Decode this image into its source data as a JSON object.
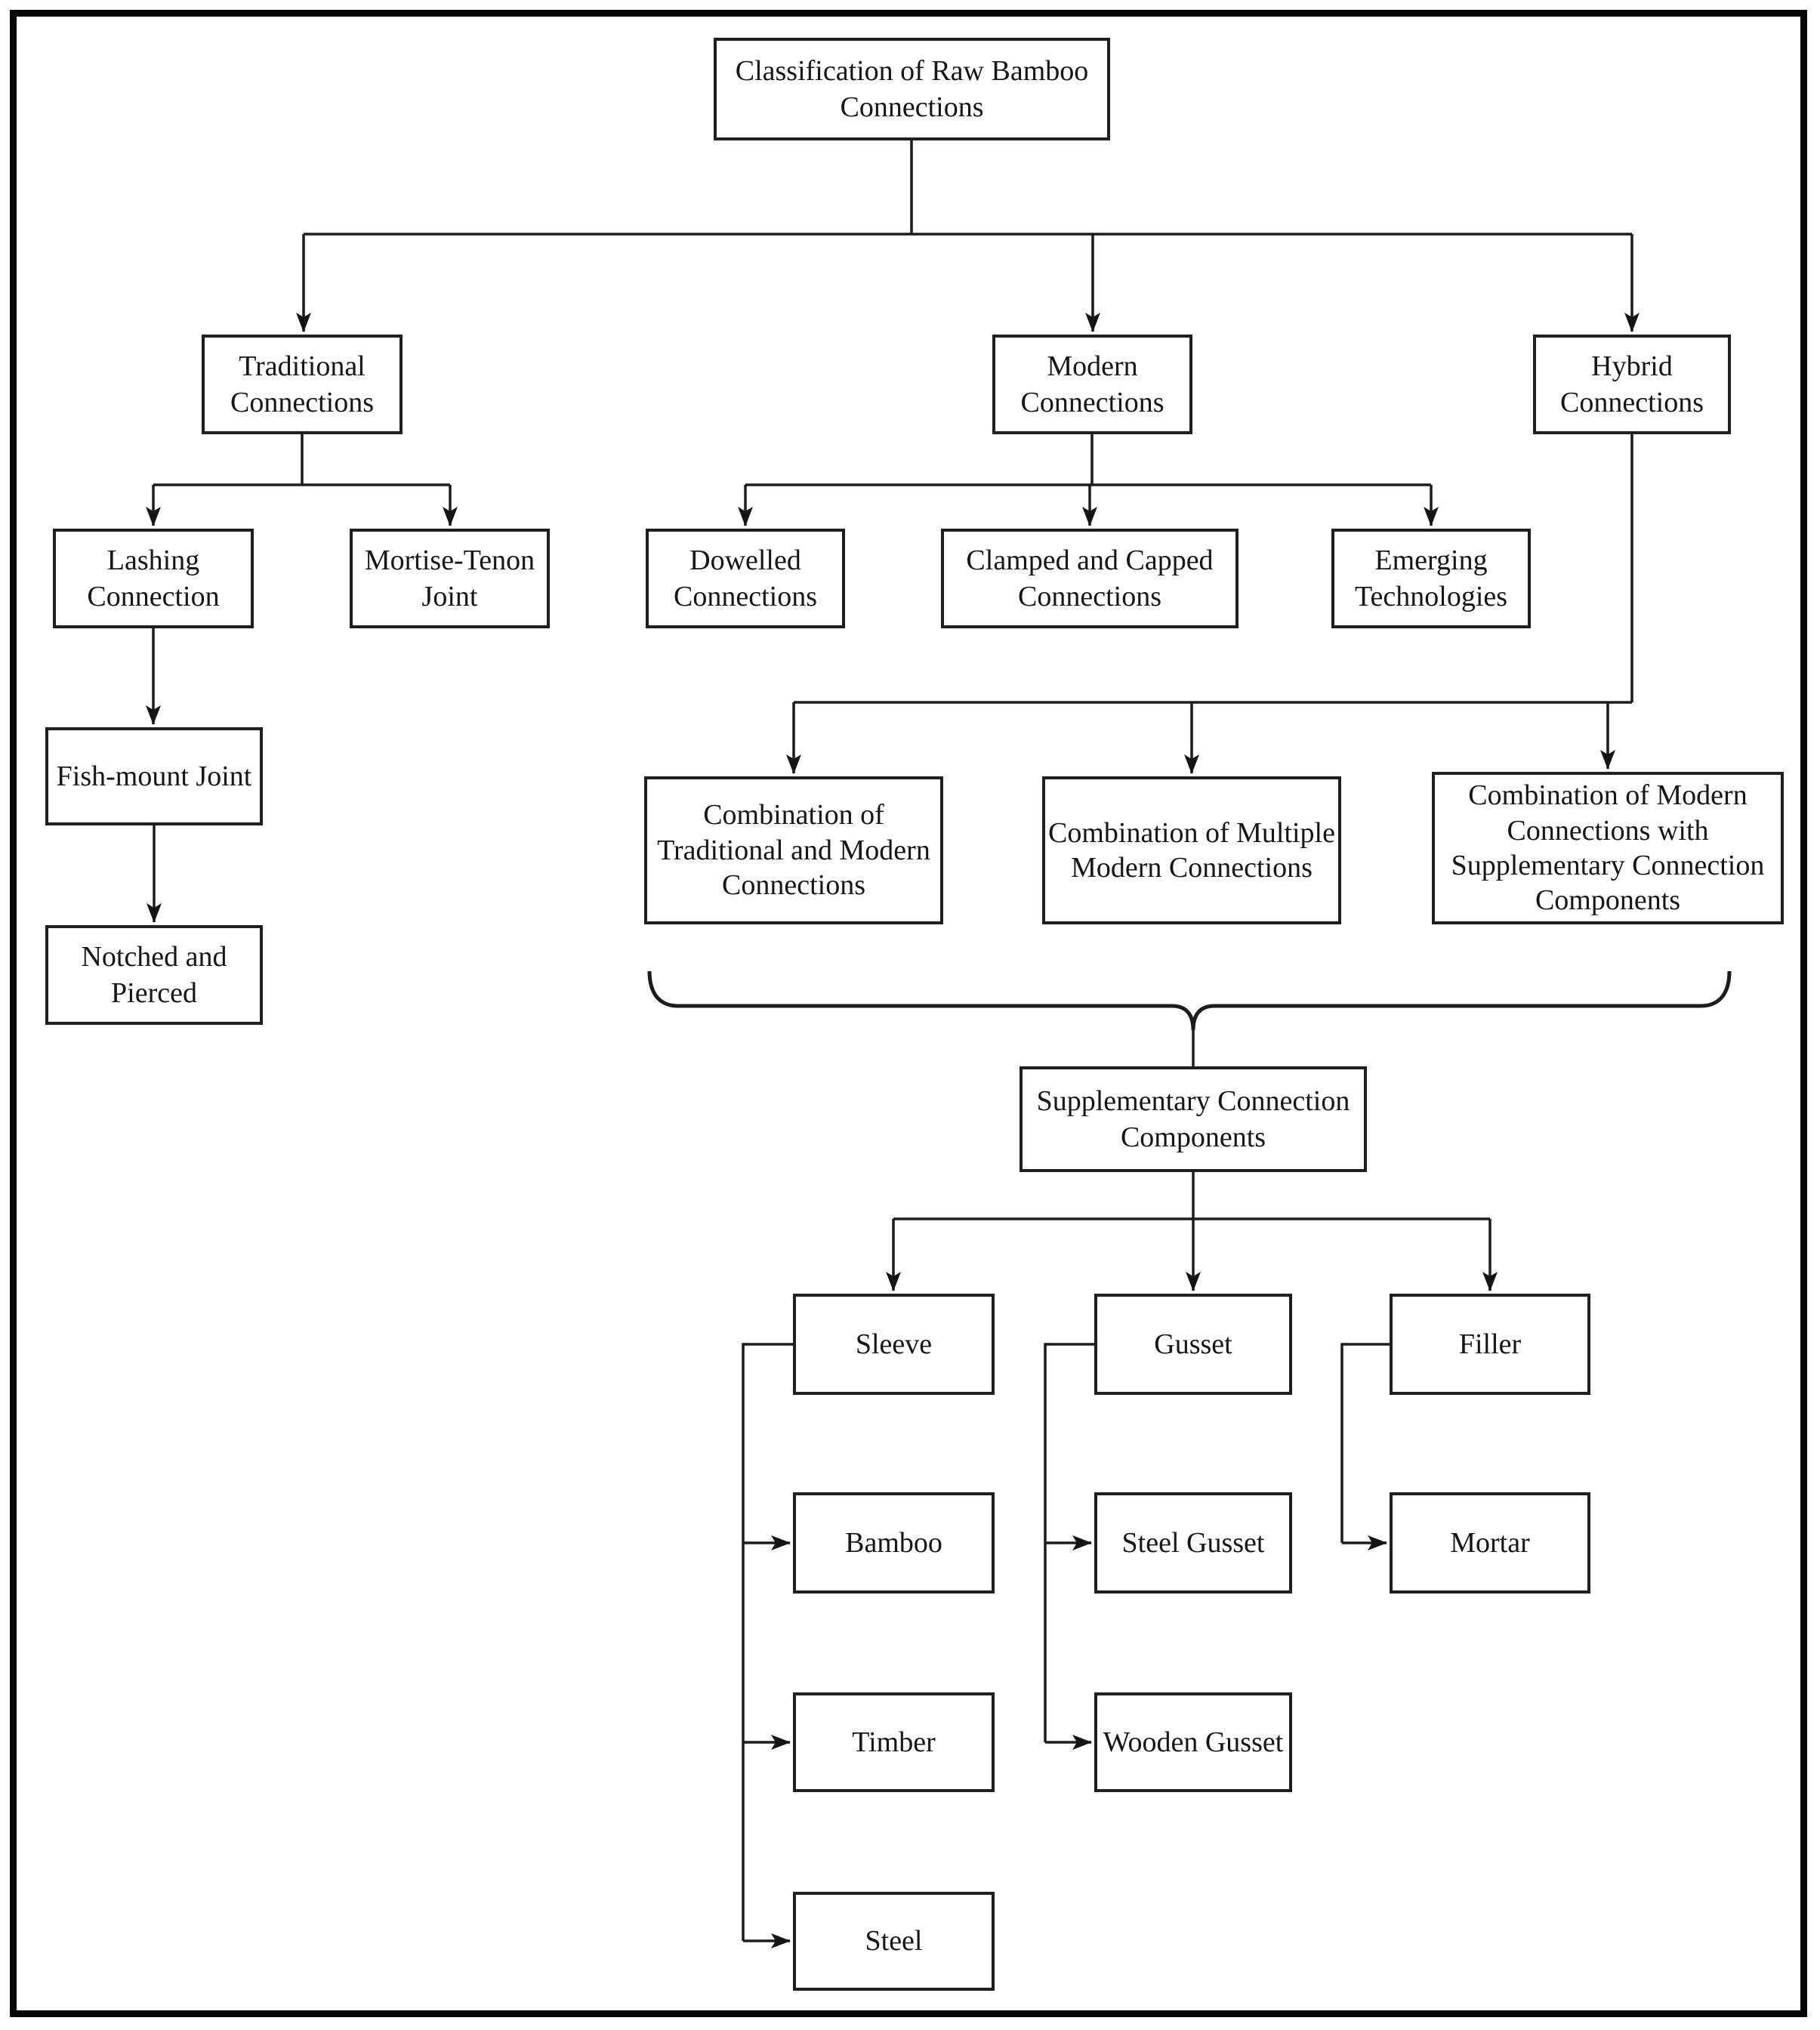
{
  "diagram": {
    "type": "flowchart",
    "title": "Classification of Raw Bamboo Connections",
    "colors": {
      "background": "#ffffff",
      "frame": "#060606",
      "box_border": "#1f1f1f",
      "line": "#1c1c1c",
      "arrowhead": "#141414",
      "text": "#161616"
    },
    "nodes": {
      "root": {
        "label": "Classification of Raw Bamboo Connections"
      },
      "traditional": {
        "label": "Traditional Connections"
      },
      "modern": {
        "label": "Modern Connections"
      },
      "hybrid": {
        "label": "Hybrid Connections"
      },
      "lashing": {
        "label": "Lashing Connection"
      },
      "mortise_tenon": {
        "label": "Mortise-Tenon Joint"
      },
      "dowelled": {
        "label": "Dowelled Connections"
      },
      "clamped_capped": {
        "label": "Clamped and Capped Connections"
      },
      "emerging": {
        "label": "Emerging Technologies"
      },
      "fish_mount": {
        "label": "Fish-mount Joint"
      },
      "notched_pierced": {
        "label": "Notched and Pierced"
      },
      "combo_traditional_modern": {
        "label": "Combination of Traditional and Modern Connections"
      },
      "combo_multiple_modern": {
        "label": "Combination of Multiple Modern Connections"
      },
      "combo_modern_supplementary": {
        "label": "Combination of Modern Connections with Supplementary Connection Components"
      },
      "supplementary": {
        "label": "Supplementary Connection Components"
      },
      "sleeve": {
        "label": "Sleeve"
      },
      "gusset": {
        "label": "Gusset"
      },
      "filler": {
        "label": "Filler"
      },
      "bamboo": {
        "label": "Bamboo"
      },
      "timber": {
        "label": "Timber"
      },
      "steel": {
        "label": "Steel"
      },
      "steel_gusset": {
        "label": "Steel Gusset"
      },
      "wooden_gusset": {
        "label": "Wooden Gusset"
      },
      "mortar": {
        "label": "Mortar"
      }
    },
    "edges": [
      {
        "from": "root",
        "to": "traditional"
      },
      {
        "from": "root",
        "to": "modern"
      },
      {
        "from": "root",
        "to": "hybrid"
      },
      {
        "from": "traditional",
        "to": "lashing"
      },
      {
        "from": "traditional",
        "to": "mortise_tenon"
      },
      {
        "from": "modern",
        "to": "dowelled"
      },
      {
        "from": "modern",
        "to": "clamped_capped"
      },
      {
        "from": "modern",
        "to": "emerging"
      },
      {
        "from": "lashing",
        "to": "fish_mount"
      },
      {
        "from": "fish_mount",
        "to": "notched_pierced"
      },
      {
        "from": "hybrid",
        "to": "combo_traditional_modern"
      },
      {
        "from": "hybrid",
        "to": "combo_multiple_modern"
      },
      {
        "from": "hybrid",
        "to": "combo_modern_supplementary"
      },
      {
        "from": [
          "combo_traditional_modern",
          "combo_multiple_modern",
          "combo_modern_supplementary"
        ],
        "to": "supplementary",
        "via": "brace"
      },
      {
        "from": "supplementary",
        "to": "sleeve"
      },
      {
        "from": "supplementary",
        "to": "gusset"
      },
      {
        "from": "supplementary",
        "to": "filler"
      },
      {
        "from": "sleeve",
        "to": "bamboo"
      },
      {
        "from": "sleeve",
        "to": "timber"
      },
      {
        "from": "sleeve",
        "to": "steel"
      },
      {
        "from": "gusset",
        "to": "steel_gusset"
      },
      {
        "from": "gusset",
        "to": "wooden_gusset"
      },
      {
        "from": "filler",
        "to": "mortar"
      }
    ]
  }
}
